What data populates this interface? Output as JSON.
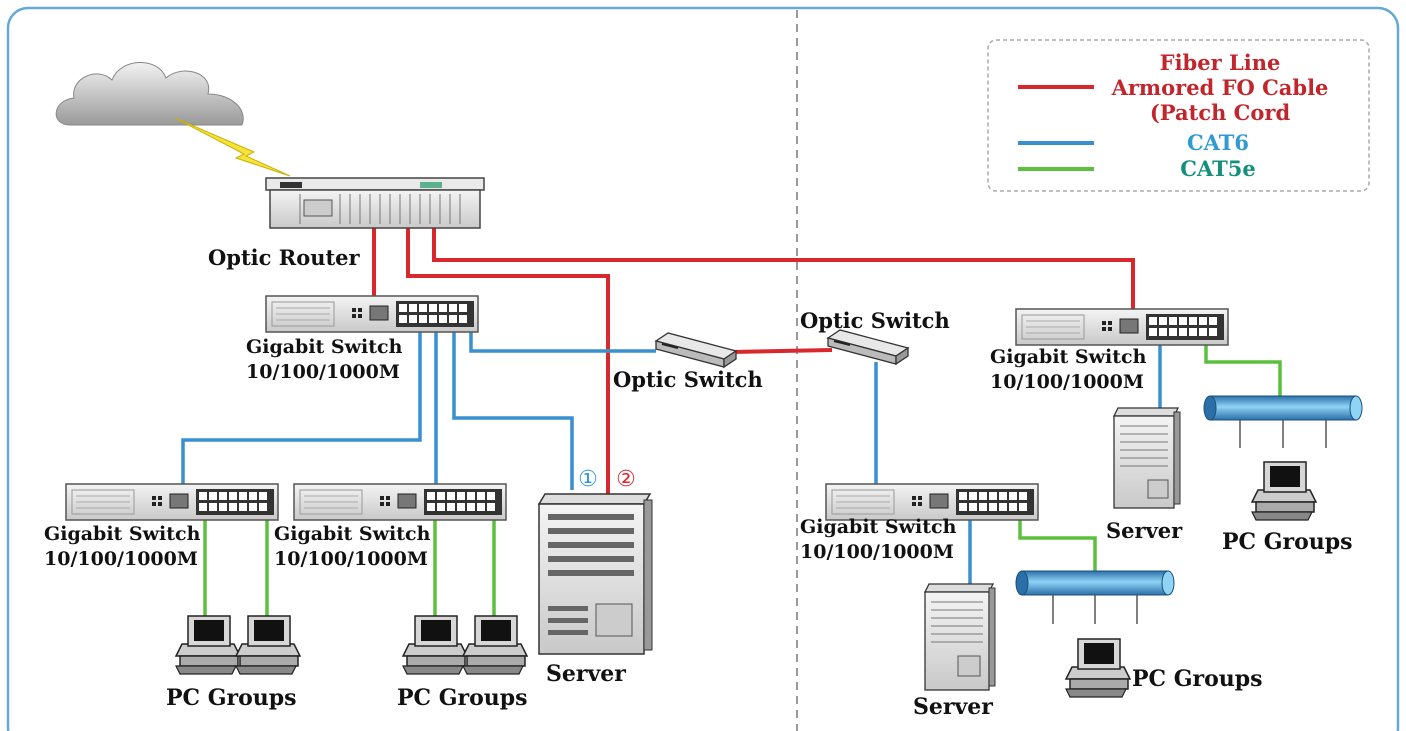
{
  "legend": {
    "fiber_line": "Fiber Line",
    "armored_fo_cable": "Armored FO Cable",
    "patch_cord": "(Patch Cord",
    "cat6": "CAT6",
    "cat5e": "CAT5e"
  },
  "colors": {
    "fiber": "#d8282e",
    "cat6": "#3a8fd0",
    "cat5e": "#5cbf3e",
    "legend_red_text": "#c0262c",
    "legend_blue_text": "#2f9bd1",
    "legend_green_text": "#13907a",
    "frame_border": "#66a9d6",
    "divider": "#9a9a9a"
  },
  "labels": {
    "optic_router": "Optic Router",
    "gigabit_switch": "Gigabit Switch",
    "speed": "10/100/1000M",
    "optic_switch": "Optic Switch",
    "server": "Server",
    "pc_groups": "PC Groups",
    "marker_1": "①",
    "marker_2": "②"
  },
  "icons": [
    "cloud-icon",
    "lightning-icon",
    "router-icon",
    "switch-icon",
    "optic-switch-icon",
    "server-icon",
    "pc-icon",
    "bus-cylinder-icon"
  ]
}
